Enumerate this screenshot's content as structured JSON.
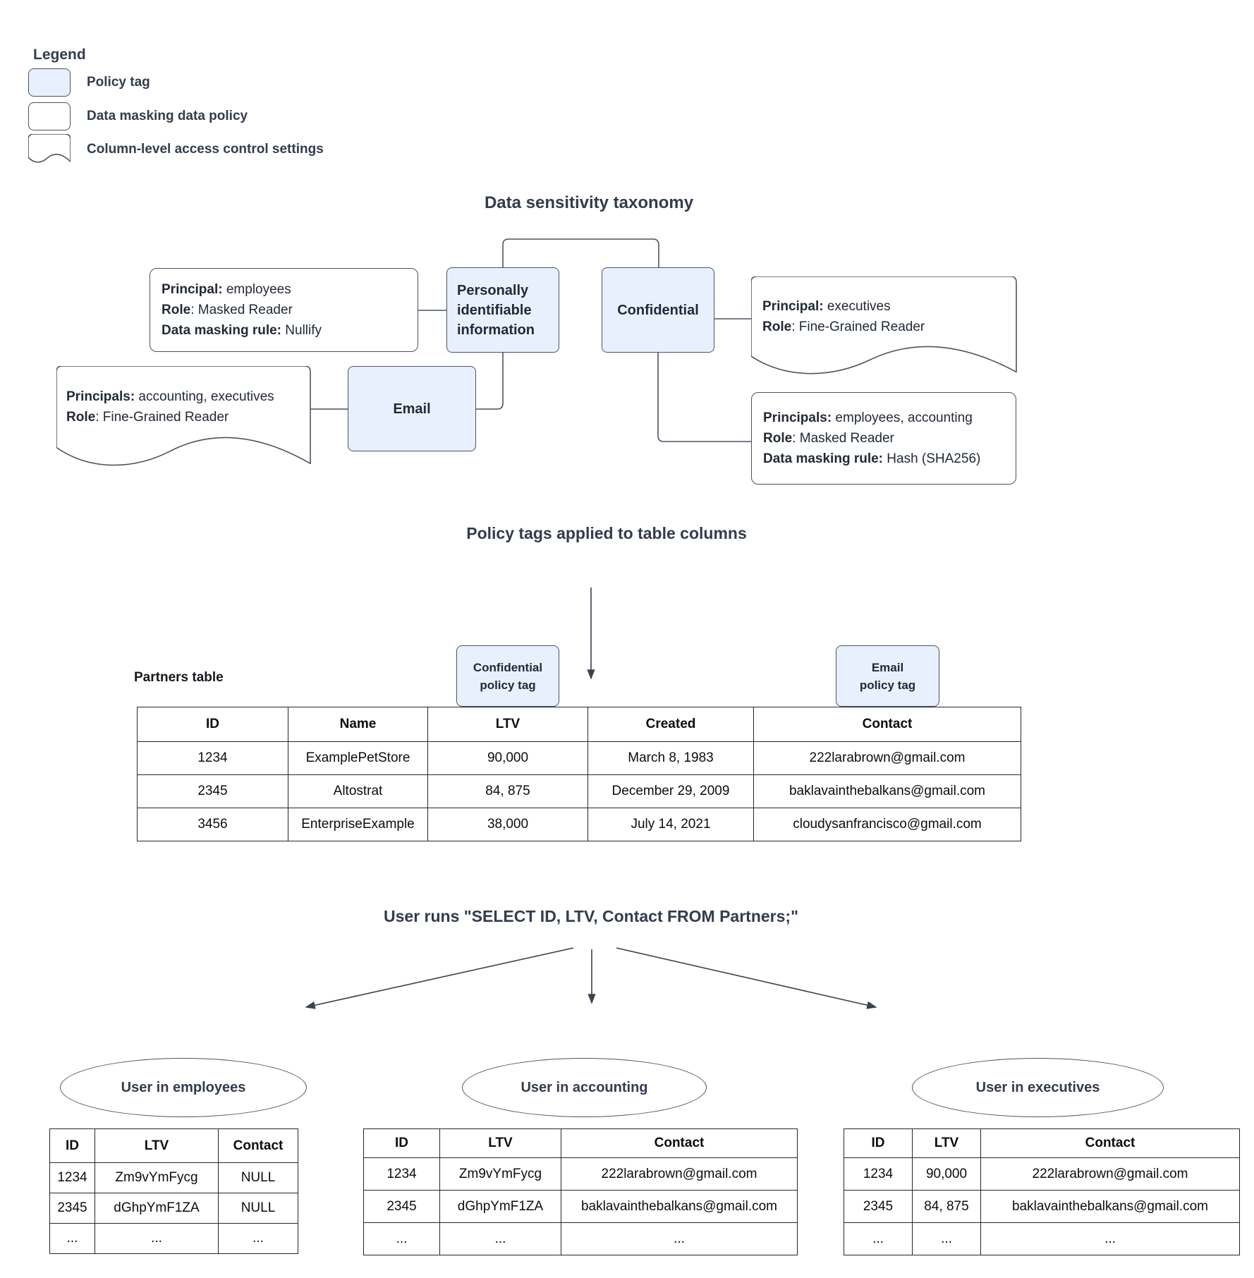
{
  "colors": {
    "policy_tag_fill": "#e8f0fe",
    "shape_border": "#4a5462",
    "heading_text": "#323c4c",
    "table_border": "#23272b",
    "arrow": "#39424e"
  },
  "legend": {
    "title": "Legend",
    "items": [
      {
        "icon": "policy-tag-swatch",
        "kind": "policy-tag",
        "label": "Policy tag"
      },
      {
        "icon": "data-policy-swatch",
        "kind": "data-policy",
        "label": "Data masking data policy"
      },
      {
        "icon": "access-control-swatch",
        "kind": "access-control",
        "label": "Column-level access control settings"
      }
    ]
  },
  "taxonomy": {
    "title": "Data sensitivity taxonomy",
    "boxes": {
      "nullify_policy": {
        "kind": "data-policy",
        "align": "left",
        "lines": [
          [
            [
              "Principal:",
              1
            ],
            [
              " employees",
              0
            ]
          ],
          [
            [
              "Role",
              1
            ],
            [
              ": Masked Reader",
              0
            ]
          ],
          [
            [
              "Data masking rule:",
              1
            ],
            [
              " Nullify",
              0
            ]
          ]
        ]
      },
      "pii_tag": {
        "kind": "policy-tag",
        "align": "left",
        "lines": [
          [
            [
              "Personally",
              1
            ]
          ],
          [
            [
              "identifiable",
              1
            ]
          ],
          [
            [
              "information",
              1
            ]
          ]
        ]
      },
      "confidential_tag": {
        "kind": "policy-tag",
        "align": "center",
        "lines": [
          [
            [
              "Confidential",
              1
            ]
          ]
        ]
      },
      "executives_access": {
        "kind": "access-control",
        "align": "left",
        "lines": [
          [
            [
              "Principal:",
              1
            ],
            [
              " executives",
              0
            ]
          ],
          [
            [
              "Role",
              1
            ],
            [
              ": Fine-Grained Reader",
              0
            ]
          ]
        ]
      },
      "accounting_access": {
        "kind": "access-control",
        "align": "left",
        "lines": [
          [
            [
              "Principals:",
              1
            ],
            [
              " accounting, executives",
              0
            ]
          ],
          [
            [
              "Role",
              1
            ],
            [
              ": Fine-Grained Reader",
              0
            ]
          ]
        ]
      },
      "email_tag": {
        "kind": "policy-tag",
        "align": "center",
        "lines": [
          [
            [
              "Email",
              1
            ]
          ]
        ]
      },
      "hash_policy": {
        "kind": "data-policy",
        "align": "left",
        "lines": [
          [
            [
              "Principals:",
              1
            ],
            [
              " employees, accounting",
              0
            ]
          ],
          [
            [
              "Role",
              1
            ],
            [
              ": Masked Reader",
              0
            ]
          ],
          [
            [
              "Data masking rule:",
              1
            ],
            [
              " Hash (SHA256)",
              0
            ]
          ]
        ]
      }
    }
  },
  "partners": {
    "heading": "Policy tags applied to table columns",
    "table_label": "Partners table",
    "callouts": [
      {
        "id": "confidential",
        "lines": [
          "Confidential",
          "policy tag"
        ]
      },
      {
        "id": "email",
        "lines": [
          "Email",
          "policy tag"
        ]
      }
    ],
    "table": {
      "headers": [
        "ID",
        "Name",
        "LTV",
        "Created",
        "Contact"
      ],
      "rows": [
        [
          "1234",
          "ExamplePetStore",
          "90,000",
          "March 8, 1983",
          "222larabrown@gmail.com"
        ],
        [
          "2345",
          "Altostrat",
          "84, 875",
          "December 29, 2009",
          "baklavainthebalkans@gmail.com"
        ],
        [
          "3456",
          "EnterpriseExample",
          "38,000",
          "July 14, 2021",
          "cloudysanfrancisco@gmail.com"
        ]
      ]
    }
  },
  "query": {
    "heading": "User runs \"SELECT ID, LTV, Contact FROM Partners;\"",
    "results": [
      {
        "title": "User in employees",
        "headers": [
          "ID",
          "LTV",
          "Contact"
        ],
        "rows": [
          [
            "1234",
            "Zm9vYmFycg",
            "NULL"
          ],
          [
            "2345",
            "dGhpYmF1ZA",
            "NULL"
          ],
          [
            "...",
            "...",
            "..."
          ]
        ]
      },
      {
        "title": "User in accounting",
        "headers": [
          "ID",
          "LTV",
          "Contact"
        ],
        "rows": [
          [
            "1234",
            "Zm9vYmFycg",
            "222larabrown@gmail.com"
          ],
          [
            "2345",
            "dGhpYmF1ZA",
            "baklavainthebalkans@gmail.com"
          ],
          [
            "...",
            "...",
            "..."
          ]
        ]
      },
      {
        "title": "User in executives",
        "headers": [
          "ID",
          "LTV",
          "Contact"
        ],
        "rows": [
          [
            "1234",
            "90,000",
            "222larabrown@gmail.com"
          ],
          [
            "2345",
            "84, 875",
            "baklavainthebalkans@gmail.com"
          ],
          [
            "...",
            "...",
            "..."
          ]
        ]
      }
    ]
  }
}
